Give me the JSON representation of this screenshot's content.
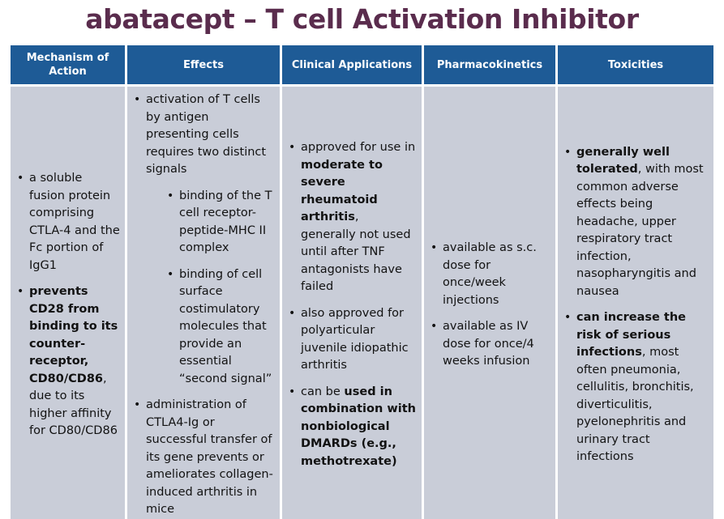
{
  "slide": {
    "title": "abatacept – T cell Activation Inhibitor",
    "title_color": "#5a2c4d",
    "header_bg": "#1e5b96",
    "header_text_color": "#ffffff",
    "body_bg": "#c9cdd8",
    "body_text_color": "#121212",
    "bullet_glyph": "•"
  },
  "table": {
    "headers": [
      {
        "label": "Mechanism of Action"
      },
      {
        "label": "Effects"
      },
      {
        "label": "Clinical Applications"
      },
      {
        "label": "Pharmacokinetics"
      },
      {
        "label": "Toxicities"
      }
    ],
    "columns": {
      "mechanism_of_action": {
        "bullets": [
          {
            "parts": [
              {
                "text": "a soluble fusion protein comprising CTLA-4 and the Fc portion of IgG1",
                "bold": false
              }
            ]
          },
          {
            "parts": [
              {
                "text": "prevents CD28 from binding to its counter-receptor, CD80/CD86",
                "bold": true
              },
              {
                "text": ", due to its higher affinity for CD80/CD86",
                "bold": false
              }
            ]
          }
        ]
      },
      "effects": {
        "bullets": [
          {
            "parts": [
              {
                "text": "activation of T cells by antigen presenting cells requires two distinct signals",
                "bold": false
              }
            ],
            "sub": [
              {
                "parts": [
                  {
                    "text": "binding of the T cell receptor-peptide-MHC II complex",
                    "bold": false
                  }
                ]
              },
              {
                "parts": [
                  {
                    "text": "binding of cell surface costimulatory molecules that provide an essential “second signal”",
                    "bold": false
                  }
                ]
              }
            ]
          },
          {
            "parts": [
              {
                "text": "administration of CTLA4-Ig or successful transfer of its gene prevents or ameliorates collagen-induced arthritis in mice",
                "bold": false
              }
            ]
          }
        ]
      },
      "clinical_applications": {
        "bullets": [
          {
            "parts": [
              {
                "text": "approved for use in ",
                "bold": false
              },
              {
                "text": "moderate to severe rheumatoid arthritis",
                "bold": true
              },
              {
                "text": ", generally not used until after TNF antagonists have failed",
                "bold": false
              }
            ]
          },
          {
            "parts": [
              {
                "text": "also approved for polyarticular juvenile idiopathic arthritis",
                "bold": false
              }
            ]
          },
          {
            "parts": [
              {
                "text": "can be ",
                "bold": false
              },
              {
                "text": "used in combination with nonbiological DMARDs (e.g., methotrexate)",
                "bold": true
              }
            ]
          }
        ]
      },
      "pharmacokinetics": {
        "bullets": [
          {
            "parts": [
              {
                "text": "available as s.c. dose for once/week injections",
                "bold": false
              }
            ]
          },
          {
            "parts": [
              {
                "text": "available as IV dose for once/4 weeks infusion",
                "bold": false
              }
            ]
          }
        ]
      },
      "toxicities": {
        "bullets": [
          {
            "parts": [
              {
                "text": "generally well tolerated",
                "bold": true
              },
              {
                "text": ", with most common adverse effects being headache, upper respiratory tract infection, nasopharyngitis and nausea",
                "bold": false
              }
            ]
          },
          {
            "parts": [
              {
                "text": "can increase the risk of serious infections",
                "bold": true
              },
              {
                "text": ", most often pneumonia, cellulitis, bronchitis, diverticulitis, pyelonephritis and urinary tract infections",
                "bold": false
              }
            ]
          }
        ]
      }
    }
  }
}
